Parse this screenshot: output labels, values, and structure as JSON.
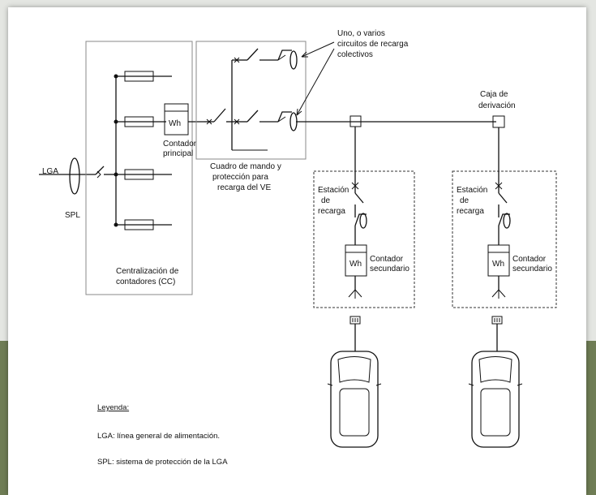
{
  "labels": {
    "lga": "LGA",
    "spl": "SPL",
    "meter_main": "Wh",
    "contador_principal": [
      "Contador",
      "principal"
    ],
    "cc": [
      "Centralización de",
      "contadores (CC)"
    ],
    "cuadro": [
      "Cuadro de mando y",
      "protección para",
      "recarga del VE"
    ],
    "circuitos": [
      "Uno, o varios",
      "circuitos de recarga",
      "colectivos"
    ],
    "caja": [
      "Caja de",
      "derivación"
    ],
    "estacion": [
      "Estación",
      "de",
      "recarga"
    ],
    "meter_secondary": "Wh",
    "contador_secundario": [
      "Contador",
      "secundario"
    ]
  },
  "legend": {
    "title": "Leyenda:",
    "lga": "LGA: línea general de alimentación.",
    "spl": "SPL: sistema de protección de la LGA"
  },
  "colors": {
    "background_top": "#e4e6e2",
    "background_bottom": "#6f7d55",
    "paper": "#ffffff"
  }
}
